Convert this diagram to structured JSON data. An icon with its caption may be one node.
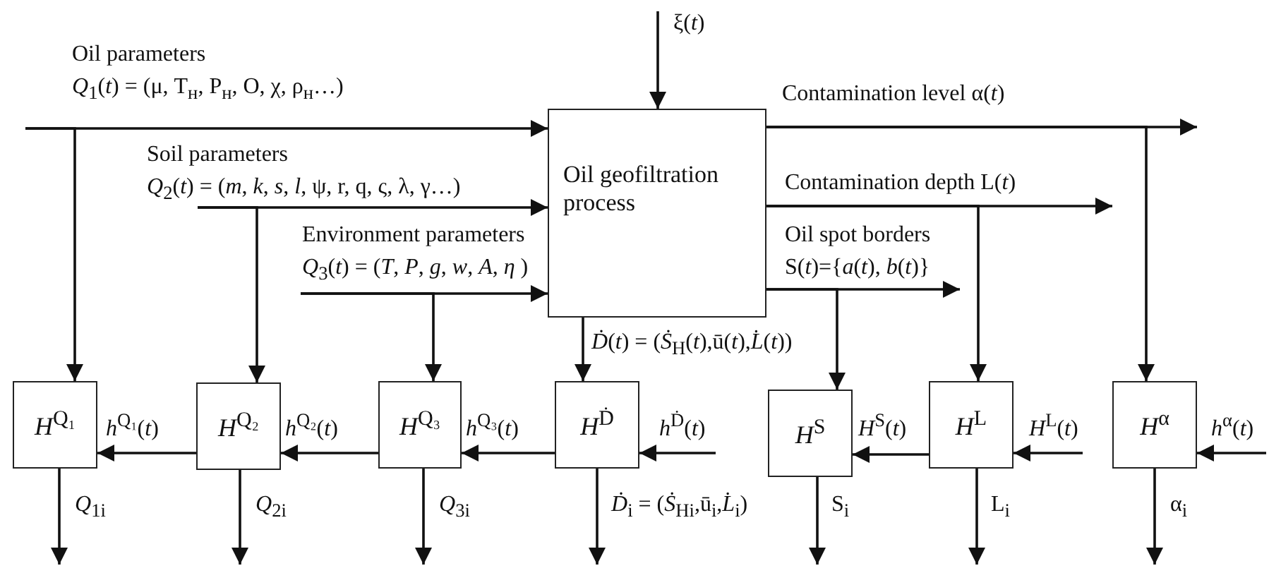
{
  "diagram": {
    "nodes": [
      {
        "text": [
          "Oil geofiltration process"
        ]
      },
      {
        "text": [
          "*H*$^{Q₁}$"
        ]
      },
      {
        "text": [
          "*H*$^{Q₂}$"
        ]
      },
      {
        "text": [
          "*H*$^{Q₃}$"
        ]
      },
      {
        "text": [
          "*H*$^{Ḋ}$"
        ]
      },
      {
        "text": [
          "*H*$^{S}$"
        ]
      },
      {
        "text": [
          "*H*$^{L}$"
        ]
      },
      {
        "text": [
          "*H*$^{α}$"
        ]
      }
    ],
    "edges": [
      {
        "from": null,
        "to": 0,
        "arrow": "to",
        "label": "*Q*$_{1}$(*t*) = (μ, T$_{н}$, P$_{н}$, O, χ, ρ$_{н}$…)"
      },
      {
        "from": null,
        "to": 1,
        "arrow": "to"
      },
      {
        "from": null,
        "to": 0,
        "arrow": "to",
        "label": "*Q*$_{2}$(*t*) = (*m*, *k*, *s*, *l*, ψ, r, q, ς, λ, γ…)"
      },
      {
        "from": null,
        "to": 2,
        "arrow": "to"
      },
      {
        "from": null,
        "to": 0,
        "arrow": "to",
        "label": "*Q*$_{3}$(*t*) = (*T*, *P*, *g*, *w*, *A*, *η* )"
      },
      {
        "from": null,
        "to": 3,
        "arrow": "to"
      },
      {
        "from": null,
        "to": 0,
        "arrow": "to",
        "label": "ξ(*t*)"
      },
      {
        "from": 0,
        "to": null,
        "arrow": "to",
        "label": "Contamination level α(*t*)"
      },
      {
        "from": 0,
        "to": 7,
        "arrow": "to"
      },
      {
        "from": 0,
        "to": null,
        "arrow": "to",
        "label": "Contamination depth L(*t*)"
      },
      {
        "from": 0,
        "to": 6,
        "arrow": "to"
      },
      {
        "from": 0,
        "to": null,
        "arrow": "to",
        "label": "S(*t*)={*a*(*t*), *b*(*t*)}"
      },
      {
        "from": 0,
        "to": 5,
        "arrow": "to"
      },
      {
        "from": 0,
        "to": 4,
        "arrow": "to",
        "label": "*Ḋ*(*t*) = (*Ṡ*$_{Н}$(*t*),ū(*t*),*L̇*(*t*))"
      },
      {
        "from": 2,
        "to": 1,
        "arrow": "to",
        "label": "*h*$^{Q₁}$(*t*)"
      },
      {
        "from": 3,
        "to": 2,
        "arrow": "to",
        "label": "*h*$^{Q₂}$(*t*)"
      },
      {
        "from": 4,
        "to": 3,
        "arrow": "to",
        "label": "*h*$^{Q₃}$(*t*)"
      },
      {
        "from": null,
        "to": 4,
        "arrow": "to",
        "label": "*h*$^{Ḋ}$(*t*)"
      },
      {
        "from": 6,
        "to": 5,
        "arrow": "to",
        "label": "*H*$^{S}$(*t*)"
      },
      {
        "from": null,
        "to": 6,
        "arrow": "to",
        "label": "*H*$^{L}$(*t*)"
      },
      {
        "from": null,
        "to": 7,
        "arrow": "to",
        "label": "*h*$^{α}$(*t*)"
      },
      {
        "from": 1,
        "to": null,
        "arrow": "to",
        "label": "*Q*$_{1i}$"
      },
      {
        "from": 2,
        "to": null,
        "arrow": "to",
        "label": "*Q*$_{2i}$"
      },
      {
        "from": 3,
        "to": null,
        "arrow": "to",
        "label": "*Q*$_{3i}$"
      },
      {
        "from": 4,
        "to": null,
        "arrow": "to",
        "label": "*Ḋ*$_{i}$ = (*Ṡ*$_{Нi}$,ū$_{i}$,*L̇*$_{i}$)"
      },
      {
        "from": 5,
        "to": null,
        "arrow": "to",
        "label": "S$_{i}$"
      },
      {
        "from": 6,
        "to": null,
        "arrow": "to",
        "label": "L$_{i}$"
      },
      {
        "from": 7,
        "to": null,
        "arrow": "to",
        "label": "α$_{i}$"
      }
    ],
    "labels": [
      "Oil parameters",
      "Soil parameters",
      "Environment parameters",
      "Oil spot borders"
    ]
  }
}
